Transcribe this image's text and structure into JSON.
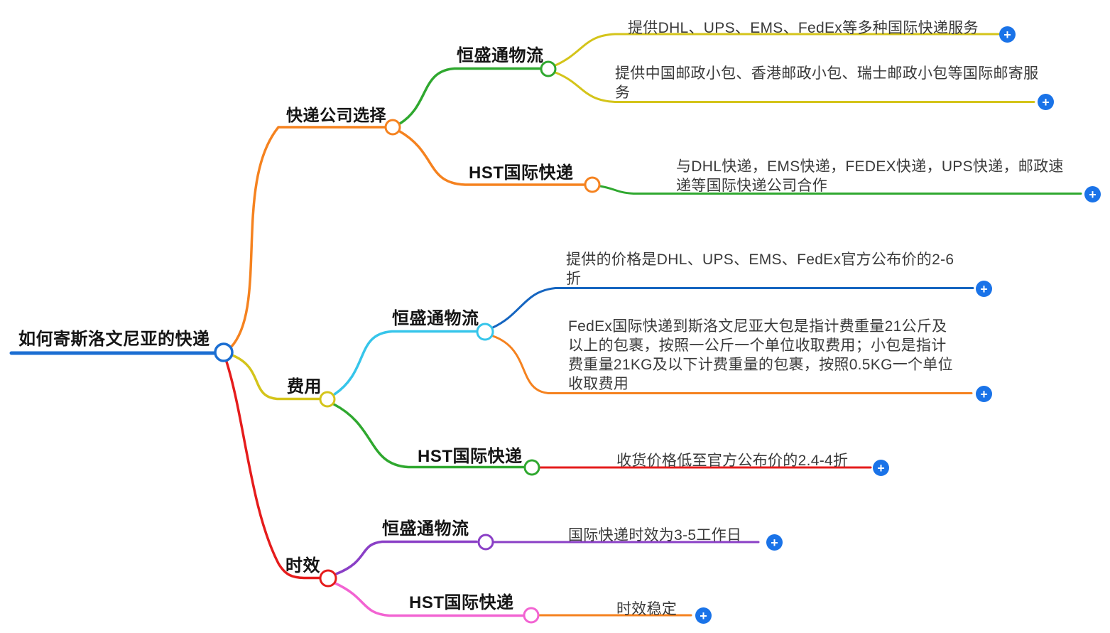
{
  "palette": {
    "root_blue": "#1b6ed2",
    "orange": "#f5821f",
    "yellow": "#d4c41a",
    "green": "#2fa82f",
    "cyan": "#36c5ea",
    "blue": "#1565c0",
    "red": "#e51c1c",
    "purple": "#8a3fc6",
    "pink": "#f263d2",
    "plus_blue": "#1a73e8"
  },
  "icons": {
    "plus": "+"
  },
  "mindmap": {
    "root": {
      "label": "如何寄斯洛文尼亚的快递"
    },
    "branches": [
      {
        "label": "快递公司选择",
        "children": [
          {
            "label": "恒盛通物流",
            "leaves": [
              {
                "text": "提供DHL、UPS、EMS、FedEx等多种国际快递服务"
              },
              {
                "text": "提供中国邮政小包、香港邮政小包、瑞士邮政小包等国际邮寄服务"
              }
            ]
          },
          {
            "label": "HST国际快递",
            "leaves": [
              {
                "text": "与DHL快递，EMS快递，FEDEX快递，UPS快递，邮政速递等国际快递公司合作"
              }
            ]
          }
        ]
      },
      {
        "label": "费用",
        "children": [
          {
            "label": "恒盛通物流",
            "leaves": [
              {
                "text": "提供的价格是DHL、UPS、EMS、FedEx官方公布价的2-6折"
              },
              {
                "text": "FedEx国际快递到斯洛文尼亚大包是指计费重量21公斤及以上的包裹，按照一公斤一个单位收取费用；小包是指计费重量21KG及以下计费重量的包裹，按照0.5KG一个单位收取费用"
              }
            ]
          },
          {
            "label": "HST国际快递",
            "leaves": [
              {
                "text": "收货价格低至官方公布价的2.4-4折"
              }
            ]
          }
        ]
      },
      {
        "label": "时效",
        "children": [
          {
            "label": "恒盛通物流",
            "leaves": [
              {
                "text": "国际快递时效为3-5工作日"
              }
            ]
          },
          {
            "label": "HST国际快递",
            "leaves": [
              {
                "text": "时效稳定"
              }
            ]
          }
        ]
      }
    ]
  }
}
